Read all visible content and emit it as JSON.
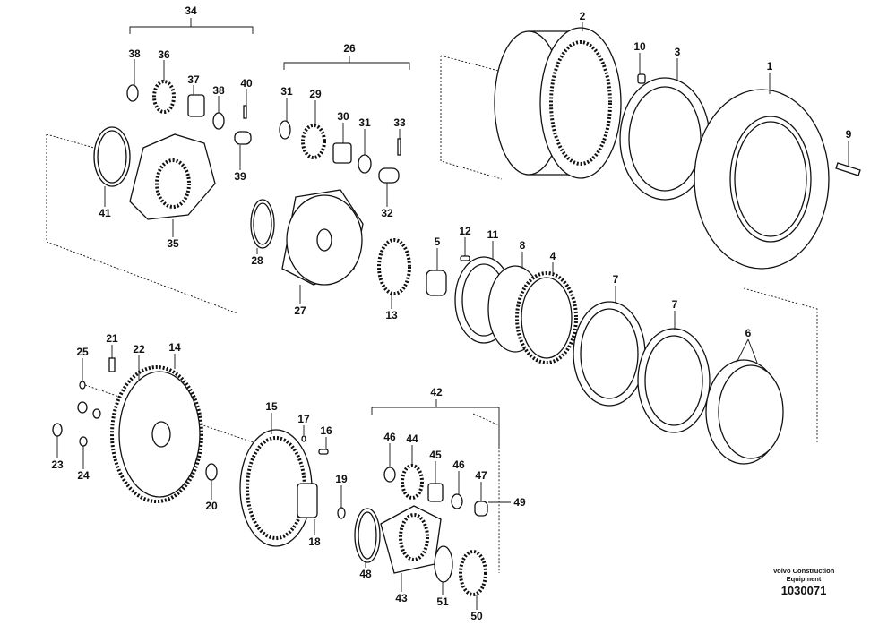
{
  "diagram": {
    "brand": "Volvo Construction Equipment",
    "brand_line1": "Volvo Construction",
    "brand_line2": "Equipment",
    "drawing_number": "1030071",
    "callouts": [
      "34",
      "38",
      "36",
      "37",
      "38",
      "40",
      "39",
      "41",
      "35",
      "26",
      "31",
      "29",
      "30",
      "31",
      "33",
      "32",
      "28",
      "27",
      "13",
      "5",
      "12",
      "11",
      "8",
      "4",
      "2",
      "10",
      "3",
      "1",
      "9",
      "7",
      "7",
      "6",
      "21",
      "25",
      "22",
      "14",
      "15",
      "17",
      "16",
      "19",
      "18",
      "20",
      "23",
      "24",
      "42",
      "46",
      "44",
      "45",
      "46",
      "47",
      "49",
      "48",
      "43",
      "51",
      "50"
    ]
  }
}
